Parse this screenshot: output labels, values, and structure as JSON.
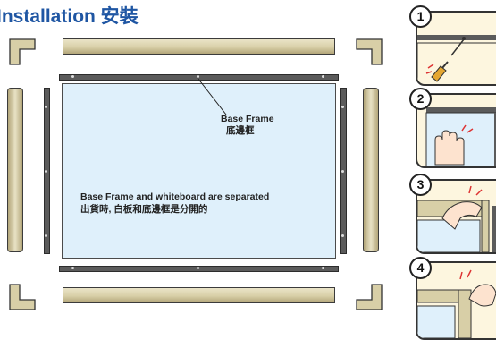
{
  "header": {
    "title": "Installation 安裝"
  },
  "labels": {
    "base_frame_en": "Base Frame",
    "base_frame_zh": "底邊框",
    "separated_en": "Base Frame and whiteboard are separated",
    "separated_zh": "出貨時, 白板和底邊框是分開的"
  },
  "steps": [
    {
      "number": "1",
      "illustration": "screw-and-screwdriver"
    },
    {
      "number": "2",
      "illustration": "hand-pressing-frame"
    },
    {
      "number": "3",
      "illustration": "hand-pressing-trim"
    },
    {
      "number": "4",
      "illustration": "hand-fitting-corner"
    }
  ],
  "colors": {
    "title_blue": "#1f56a3",
    "board_blue": "#dff0fb",
    "trim_beige": "#d8cfa7",
    "rail_gray": "#5b5b5b",
    "panel_cream": "#fdf6df"
  }
}
